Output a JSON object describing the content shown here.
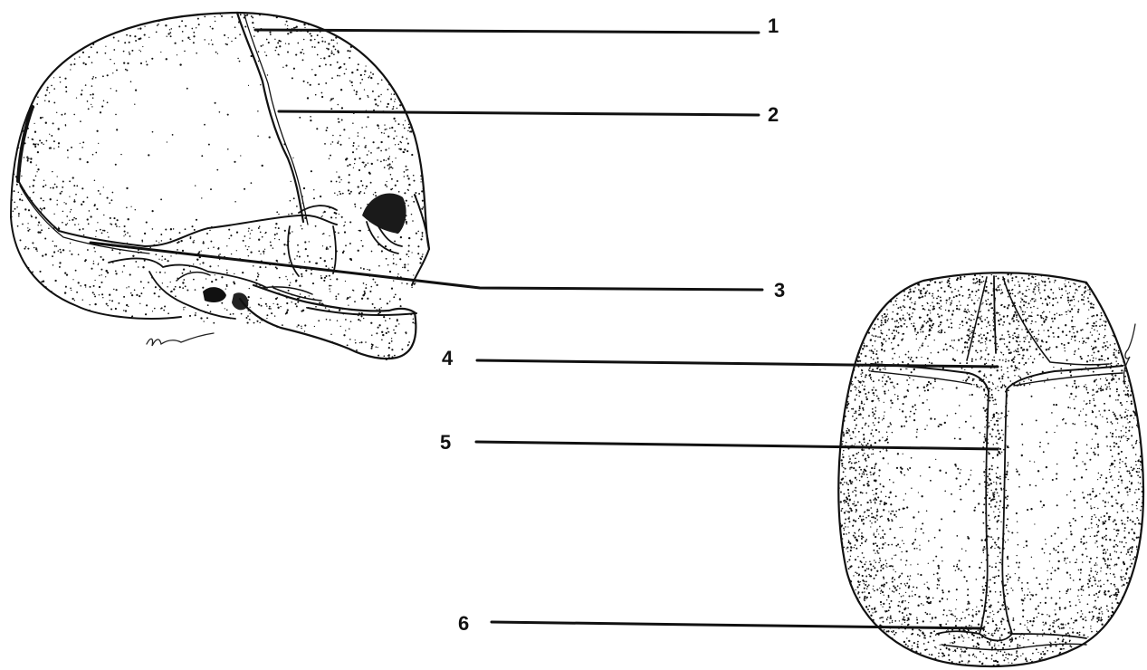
{
  "diagram": {
    "colors": {
      "ink": "#111111",
      "background": "#ffffff"
    },
    "labels": [
      "1",
      "2",
      "3",
      "4",
      "5",
      "6"
    ]
  }
}
